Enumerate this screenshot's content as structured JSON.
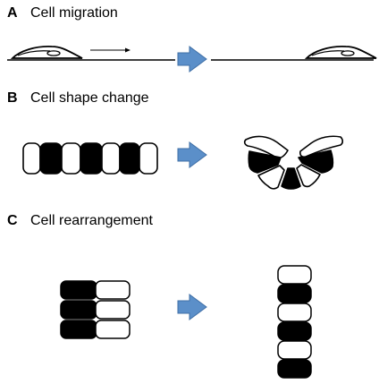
{
  "panels": [
    {
      "letter": "A",
      "title": "Cell migration"
    },
    {
      "letter": "B",
      "title": "Cell shape change"
    },
    {
      "letter": "C",
      "title": "Cell rearrangement"
    }
  ],
  "colors": {
    "arrow_fill": "#5b8fc9",
    "arrow_stroke": "#3f6fa6",
    "cell_dark": "#000000",
    "cell_light": "#ffffff",
    "outline": "#000000"
  }
}
